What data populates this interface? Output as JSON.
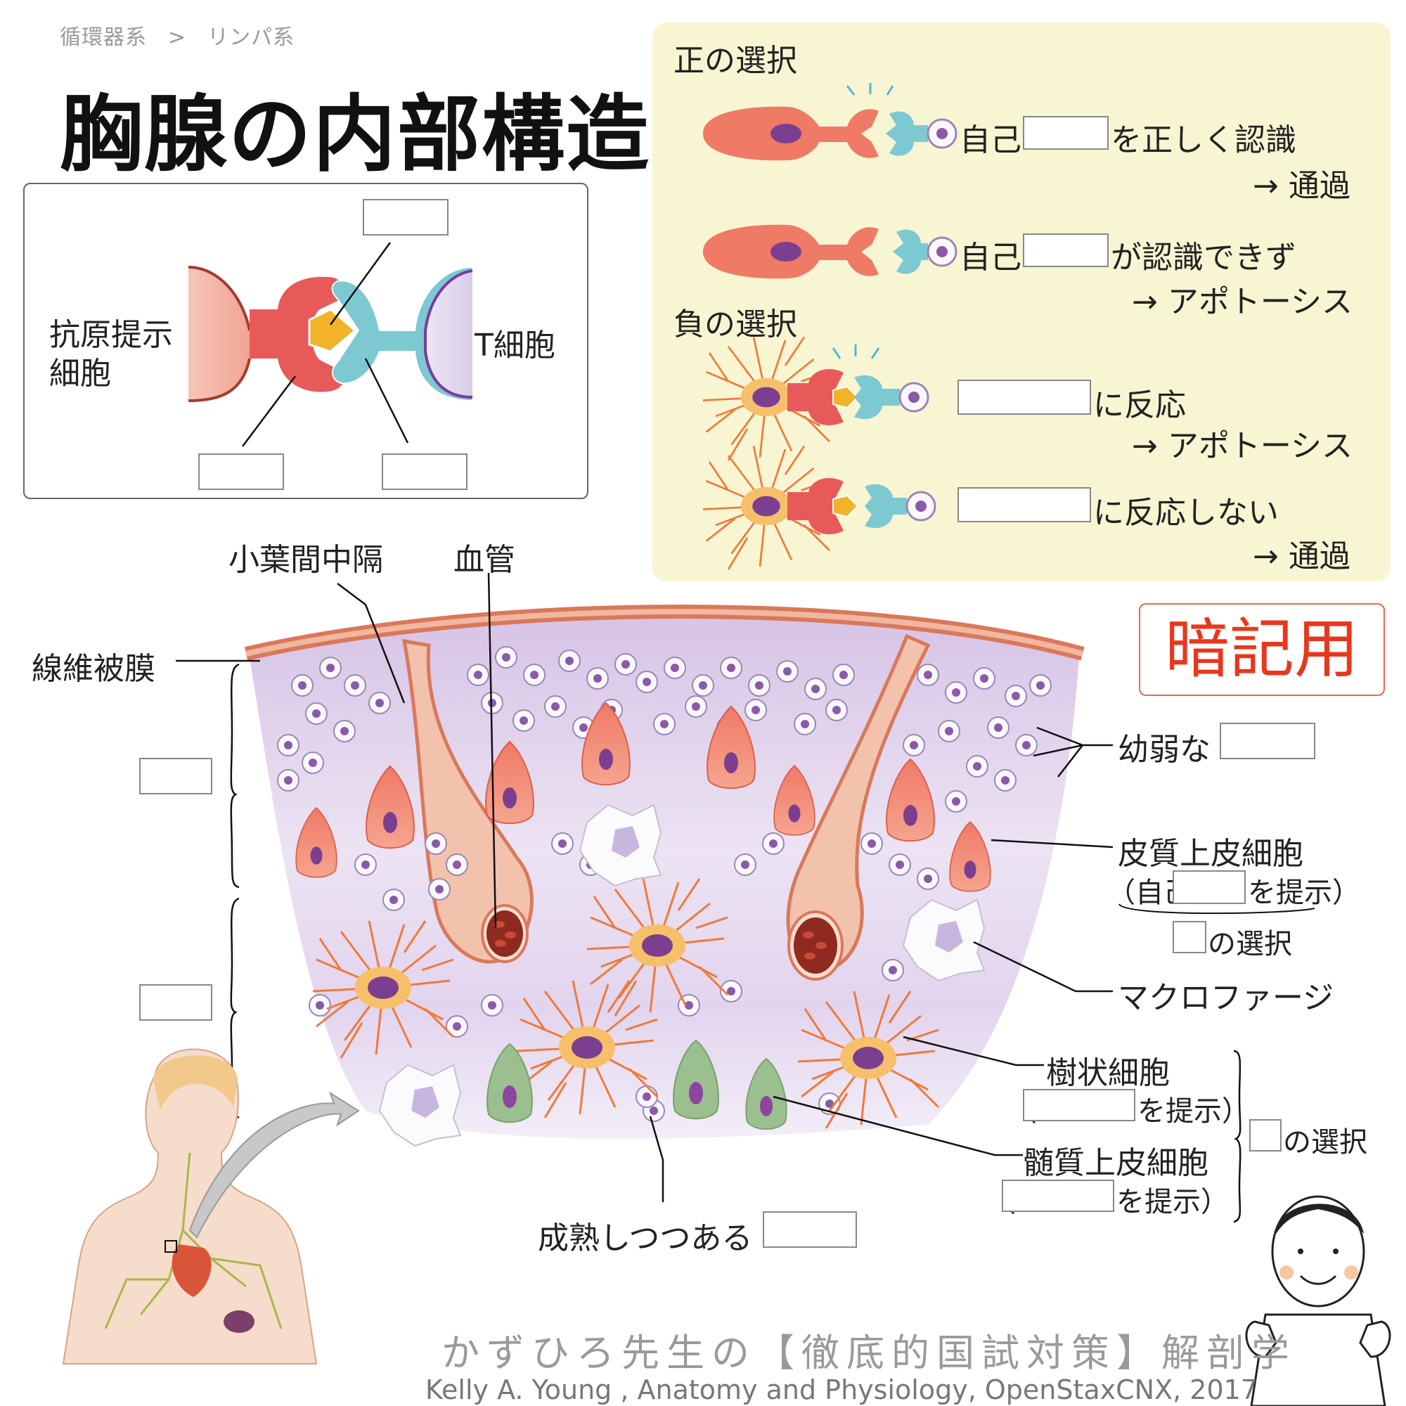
{
  "breadcrumb": {
    "level1": "循環器系",
    "sep": ">",
    "level2": "リンパ系"
  },
  "title": "胸腺の内部構造",
  "inset": {
    "apc_label_line1": "抗原提示",
    "apc_label_line2": "細胞",
    "tcell_label": "T細胞"
  },
  "selection": {
    "positive_heading": "正の選択",
    "positive_row1_prefix": "自己",
    "positive_row1_suffix": "を正しく認識",
    "positive_row1_result": "→ 通過",
    "positive_row2_prefix": "自己",
    "positive_row2_suffix": "が認識できず",
    "positive_row2_result": "→ アポトーシス",
    "negative_heading": "負の選択",
    "negative_row1_suffix": "に反応",
    "negative_row1_result": "→ アポトーシス",
    "negative_row2_suffix": "に反応しない",
    "negative_row2_result": "→ 通過"
  },
  "memo_label": "暗記用",
  "structure_labels": {
    "septum": "小葉間中隔",
    "vessel": "血管",
    "capsule": "線維被膜",
    "immature_prefix": "幼弱な",
    "cortical_epithelial": "皮質上皮細胞",
    "cortical_present_open": "（自己",
    "cortical_present_close": "を提示）",
    "cortical_selection_suffix": "の選択",
    "macrophage": "マクロファージ",
    "dendritic": "樹状細胞",
    "dendritic_present_open": "（",
    "dendritic_present_close": "を提示）",
    "medullary_epithelial": "髄質上皮細胞",
    "medullary_present_open": "（",
    "medullary_present_close": "を提示）",
    "medullary_selection_suffix": "の選択",
    "maturing_prefix": "成熟しつつある"
  },
  "footer": {
    "series": "かずひろ先生の【徹底的国試対策】解剖学",
    "credit": "Kelly A. Young , Anatomy and Physiology, OpenStaxCNX, 2017"
  },
  "colors": {
    "apc_red": "#e85a5a",
    "tcell_cyan": "#7cc9d2",
    "antigen_yellow": "#f2b22a",
    "panel_bg": "#f8f5d2",
    "capsule": "#d9785a",
    "memo_red": "#e8371d",
    "medulla_green": "#9bbf8e",
    "lymphocyte": "#8a5aa8"
  }
}
